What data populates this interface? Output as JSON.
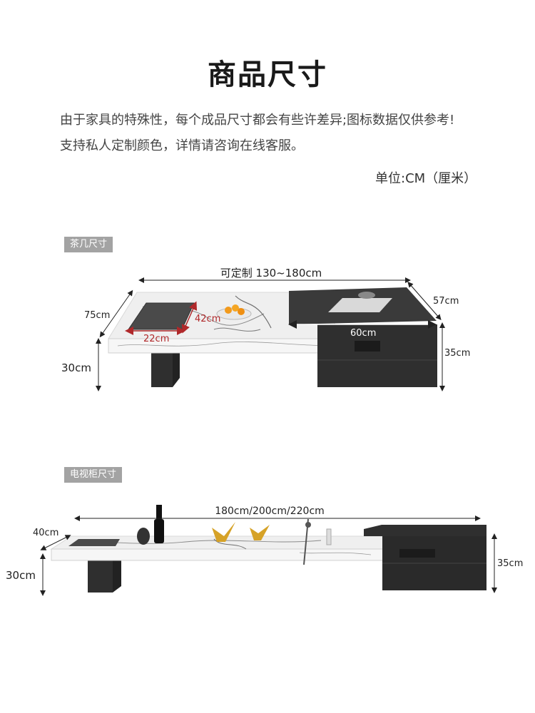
{
  "header": {
    "title": "商品尺寸",
    "notice_line1": "由于家具的特殊性，每个成品尺寸都会有些许差异;图标数据仅供参考!",
    "notice_line2": "支持私人定制颜色，详情请咨询在线客服。",
    "unit": "单位:CM（厘米）"
  },
  "coffee_table": {
    "label": "茶几尺寸",
    "width_range": "可定制 130~180cm",
    "depth_left": "75cm",
    "height_left": "30cm",
    "tray_depth": "42cm",
    "tray_width": "22cm",
    "cabinet_width": "60cm",
    "cabinet_depth": "57cm",
    "cabinet_height": "35cm"
  },
  "tv_cabinet": {
    "label": "电视柜尺寸",
    "width_range": "180cm/200cm/220cm",
    "depth_left": "40cm",
    "height_left": "30cm",
    "cabinet_height": "35cm"
  },
  "colors": {
    "marble": "#efefef",
    "marble_vein": "#8a8a8a",
    "dark_wood": "#2f2f2f",
    "dark_wood_top": "#3a3a3a",
    "tray": "#4a4a4a",
    "highlight_arrow": "#b0282a",
    "label_bg": "#a3a3a3"
  }
}
